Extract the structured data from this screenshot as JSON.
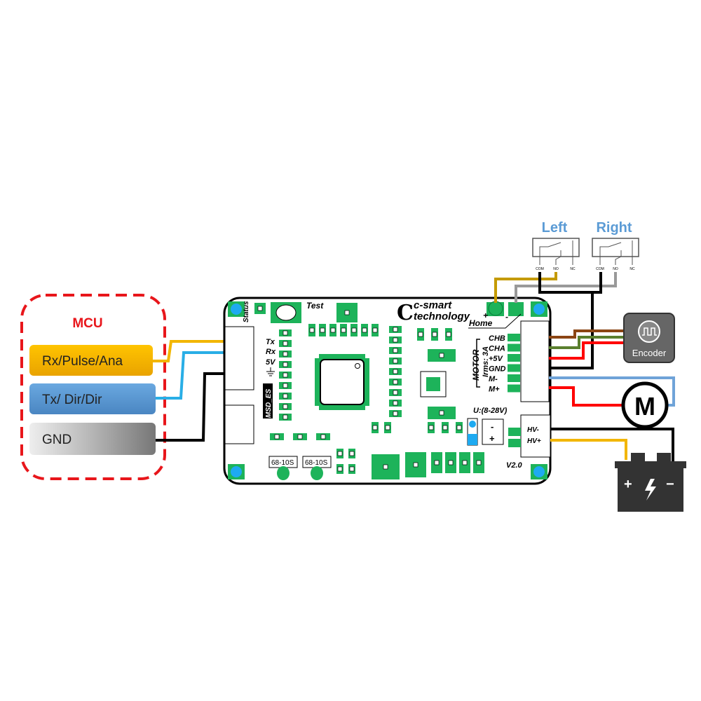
{
  "mcu": {
    "title": "MCU",
    "pins": [
      {
        "label": "Rx/Pulse/Ana",
        "color": "#f5b800"
      },
      {
        "label": "Tx/ Dir/Dir",
        "color": "#5b9bd5"
      },
      {
        "label": "GND",
        "color": "#9a9a9a"
      }
    ],
    "border_color": "#e8161b"
  },
  "board": {
    "status_label": "Status",
    "test_label": "Test",
    "serial_pins": [
      "Tx",
      "Rx",
      "5V"
    ],
    "model_label": "MSD_ES",
    "brand_line1": "c-smart",
    "brand_line2": "technology",
    "home_label": "Home",
    "home_plus": "+",
    "home_minus": "-",
    "motor_label": "MOTOR",
    "irms_label": "Irms: 3A",
    "motor_pins": [
      "CHB",
      "CHA",
      "+5V",
      "GND",
      "M-",
      "M+"
    ],
    "voltage_label": "U:(8-28V)",
    "power_pins": [
      "HV-",
      "HV+"
    ],
    "version": "V2.0",
    "regulators": [
      "68-10S",
      "68-10S"
    ],
    "pad_color": "#1db35a",
    "corner_color": "#1eaaf1"
  },
  "switches": [
    {
      "label": "Left",
      "terminals": [
        "COM",
        "NO",
        "NC"
      ]
    },
    {
      "label": "Right",
      "terminals": [
        "COM",
        "NO",
        "NC"
      ]
    }
  ],
  "switch_label_color": "#5b9bd5",
  "encoder": {
    "label": "Encoder"
  },
  "motor": {
    "label": "M"
  },
  "battery": {
    "plus": "+",
    "minus": "−"
  },
  "wire_colors": {
    "yellow": "#f2b600",
    "blue": "#29aee6",
    "black": "#000000",
    "brown": "#8b4513",
    "green": "#5a7f2e",
    "red": "#ff0000",
    "lightblue": "#6fa3d8",
    "gray": "#999999",
    "gold": "#c49a00"
  }
}
